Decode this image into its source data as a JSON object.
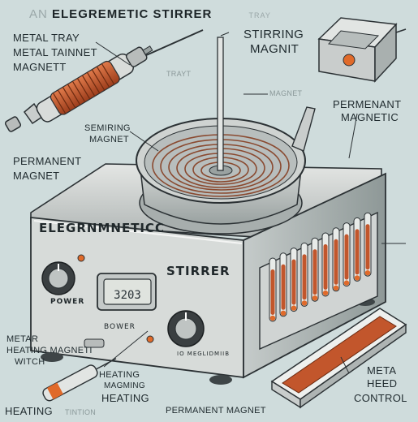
{
  "diagram": {
    "title": "ELEGREMETIC STIRRER",
    "title_ghost_left": "AN",
    "title_ghost_right": "TRAY",
    "panel_title_left": "ELEGRNMNETICC",
    "panel_title_right": "STIRRER",
    "display_value": "3203",
    "power_label": "POWER",
    "power_label_2": "BOWER",
    "panel_small": "IO MEGLIDMIIB",
    "labels": {
      "metal_tray": "METAL TRAY",
      "metal_magnet_1": "METAL TAINNET",
      "metal_magnet_2": "MAGNETT",
      "stirring_1": "STIRRING",
      "stirring_2": "MAGNIT",
      "tray_small": "TRAYT",
      "magnet_small": "MAGNET",
      "permanent_mag_1": "PERMENANT",
      "permanent_mag_2": "MAGNETIC",
      "semiring_1": "SEMIRING",
      "semiring_2": "MAGNET",
      "permanent_left_1": "PERMANENT",
      "permanent_left_2": "MAGNET",
      "metar_1": "METAR",
      "metar_2": "HEATING MAGNETI",
      "metar_3": "WITCH",
      "heating_mid_1": "HEATING",
      "heating_mid_2": "MAGMING",
      "heating_mid_3": "HEATING",
      "heating_bottom": "HEATING",
      "heating_bottom_faint": "TINTION",
      "permanent_bottom": "PERMANENT MAGNET",
      "meta_1": "META",
      "meta_2": "HEED",
      "meta_3": "CONTROL"
    },
    "colors": {
      "background": "#cfdcdc",
      "coil_copper": "#c2562c",
      "orange_led": "#e06a2a",
      "metal": "#c9cdcc",
      "outline": "#2b3134"
    }
  }
}
